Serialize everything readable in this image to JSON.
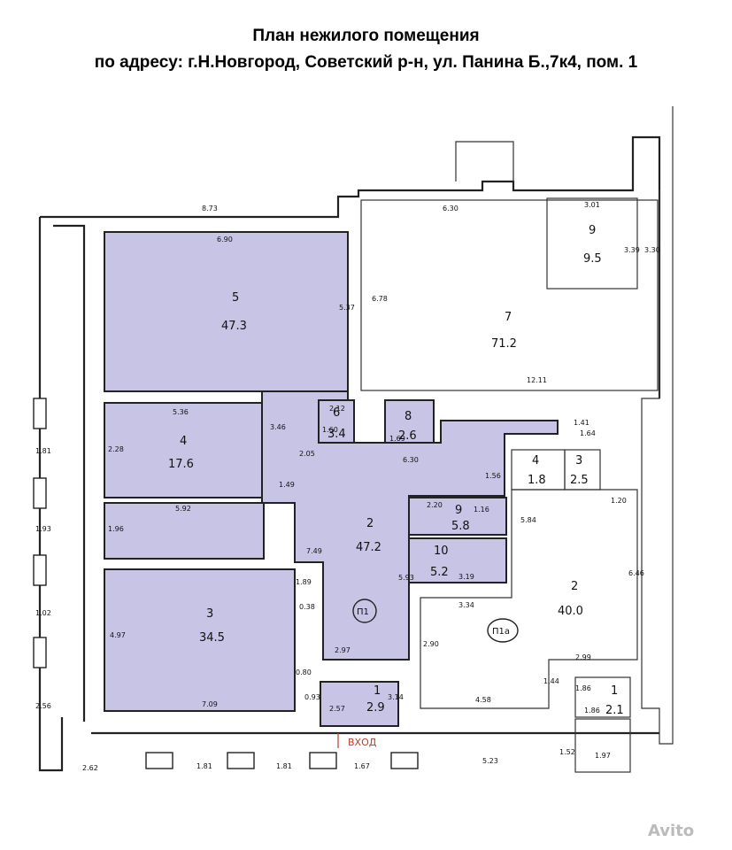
{
  "title": {
    "line1": "План нежилого помещения",
    "line2": "по адресу: г.Н.Новгород, Советский р-н, ул. Панина Б.,7к4, пом. 1"
  },
  "rooms": [
    {
      "id": "r5",
      "num": "5",
      "area": "47.3"
    },
    {
      "id": "r7",
      "num": "7",
      "area": "71.2"
    },
    {
      "id": "r9top",
      "num": "9",
      "area": "9.5"
    },
    {
      "id": "r4",
      "num": "4",
      "area": "17.6"
    },
    {
      "id": "r6",
      "num": "6",
      "area": "3.4"
    },
    {
      "id": "r8",
      "num": "8",
      "area": "2.6"
    },
    {
      "id": "r2",
      "num": "2",
      "area": "47.2"
    },
    {
      "id": "r9mid",
      "num": "9",
      "area": "5.8"
    },
    {
      "id": "r10",
      "num": "10",
      "area": "5.2"
    },
    {
      "id": "r3",
      "num": "3",
      "area": "34.5"
    },
    {
      "id": "r1",
      "num": "1",
      "area": "2.9"
    },
    {
      "id": "r4b",
      "num": "4",
      "area": "1.8"
    },
    {
      "id": "r3b",
      "num": "3",
      "area": "2.5"
    },
    {
      "id": "r2b",
      "num": "2",
      "area": "40.0"
    },
    {
      "id": "r1b",
      "num": "1",
      "area": "2.1"
    }
  ],
  "markers": {
    "p1": "П1",
    "p1a": "П1а"
  },
  "entrance": "ВХОД",
  "dims": [
    "8.73",
    "6.30",
    "3.01",
    "3.39",
    "3.30",
    "6.90",
    "5.37",
    "6.78",
    "12.11",
    "1.41",
    "1.64",
    "5.36",
    "3.46",
    "2.12",
    "1.60",
    "1.69",
    "6.30",
    "1.56",
    "2.28",
    "2.05",
    "1.49",
    "1.20",
    "5.84",
    "1.81",
    "5.92",
    "2.20",
    "1.16",
    "1.93",
    "1.96",
    "7.49",
    "1.89",
    "0.38",
    "5.93",
    "3.19",
    "3.34",
    "6.46",
    "1.02",
    "4.97",
    "2.97",
    "2.90",
    "2.99",
    "1.44",
    "0.80",
    "0.93",
    "1.86",
    "2.56",
    "7.09",
    "2.57",
    "3.14",
    "4.58",
    "1.86",
    "1.52",
    "1.97",
    "2.62",
    "1.81",
    "1.81",
    "1.67",
    "5.23"
  ],
  "watermark": "Avito"
}
